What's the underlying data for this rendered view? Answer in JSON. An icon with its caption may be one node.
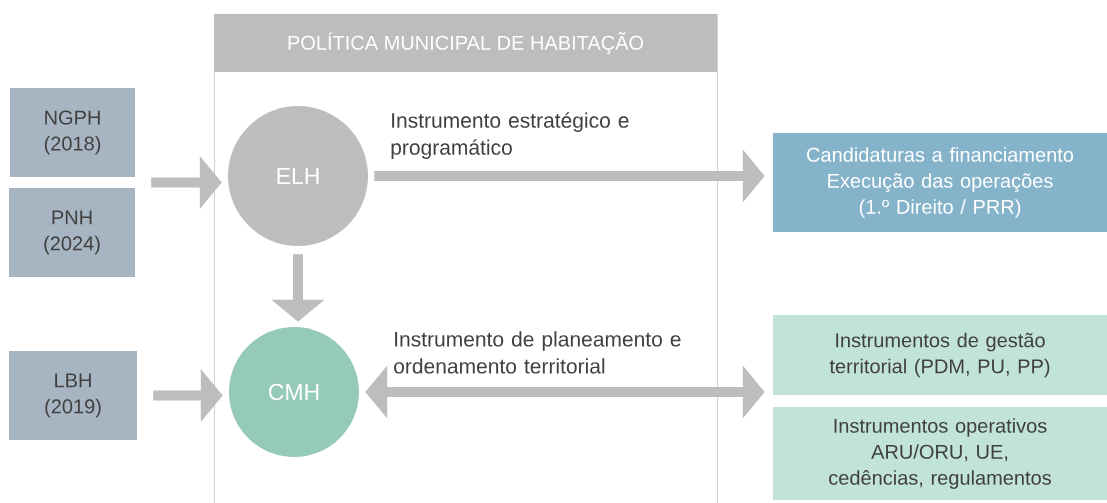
{
  "diagram": {
    "nodes": [
      {
        "text": [
          "POLÍTICA MUNICIPAL DE HABITAÇÃO"
        ]
      },
      {
        "text": [
          "NGPH (2018)"
        ]
      },
      {
        "text": [
          "PNH (2024)"
        ]
      },
      {
        "text": [
          "LBH (2019)"
        ]
      },
      {
        "text": [
          "ELH"
        ],
        "in": 0
      },
      {
        "text": [
          "CMH"
        ],
        "in": 0
      },
      {
        "text": [
          "Candidaturas a financiamento Execução das operações (1.º Direito / PRR)"
        ]
      },
      {
        "text": [
          "Instrumentos de gestão territorial (PDM, PU, PP)"
        ]
      },
      {
        "text": [
          "Instrumentos operativos ARU/ORU, UE, cedências, regulamentos"
        ]
      }
    ],
    "edges": [
      {
        "from": 1,
        "to": 4,
        "arrow": "to"
      },
      {
        "from": 2,
        "to": 4,
        "arrow": "to"
      },
      {
        "from": 3,
        "to": 5,
        "arrow": "to"
      },
      {
        "from": 4,
        "to": 5,
        "arrow": "to"
      },
      {
        "from": 4,
        "to": 6,
        "arrow": "to",
        "label": "Instrumento estratégico e programático"
      },
      {
        "from": 5,
        "to": 7,
        "arrow": "both",
        "label": "Instrumento de planeamento e ordenamento territorial"
      },
      {
        "from": 5,
        "to": 8,
        "arrow": "both"
      }
    ]
  }
}
